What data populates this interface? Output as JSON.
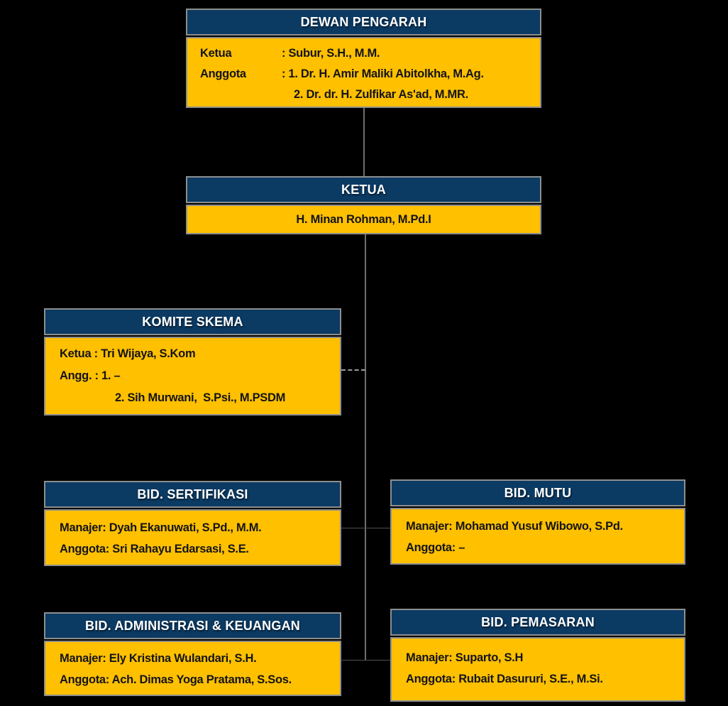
{
  "page": {
    "bg": "#000000"
  },
  "colors": {
    "page_bg": "#000000",
    "header_bg": "#0B3A63",
    "body_bg": "#FFC000",
    "box_border": "#8E8E8E",
    "header_text": "#FFFFFF",
    "body_text": "#141414",
    "connector_solid": "#6E6E6E",
    "connector_faint": "#4F4F4F",
    "connector_dashed": "#9B9B9B"
  },
  "boxes": {
    "dewan_pengarah": {
      "title": "DEWAN PENGARAH",
      "rows": [
        {
          "label": "Ketua",
          "value": ": Subur, S.H., M.M."
        },
        {
          "label": "Anggota",
          "value": ": 1. Dr. H. Amir Maliki Abitolkha, M.Ag."
        },
        {
          "label": "",
          "value": "2. Dr. dr. H. Zulfikar As'ad, M.MR."
        }
      ]
    },
    "ketua": {
      "title": "KETUA",
      "name": "H. Minan Rohman, M.Pd.I"
    },
    "komite_skema": {
      "title": "KOMITE SKEMA",
      "line1": "Ketua : Tri Wijaya, S.Kom",
      "line2": "Angg. : 1. –",
      "line3": "2. Sih Murwani,  S.Psi., M.PSDM"
    },
    "sertifikasi": {
      "title": "BID. SERTIFIKASI",
      "line1": "Manajer: Dyah Ekanuwati, S.Pd., M.M.",
      "line2": "Anggota: Sri Rahayu Edarsasi, S.E."
    },
    "mutu": {
      "title": "BID. MUTU",
      "line1": "Manajer: Mohamad Yusuf Wibowo, S.Pd.",
      "line2": "Anggota: –"
    },
    "administrasi": {
      "title": "BID. ADMINISTRASI & KEUANGAN",
      "line1": "Manajer: Ely Kristina Wulandari, S.H.",
      "line2": "Anggota: Ach. Dimas Yoga Pratama, S.Sos."
    },
    "pemasaran": {
      "title": "BID. PEMASARAN",
      "line1": "Manajer: Suparto, S.H",
      "line2": "Anggota: Rubait Dasururi, S.E., M.Si."
    }
  }
}
